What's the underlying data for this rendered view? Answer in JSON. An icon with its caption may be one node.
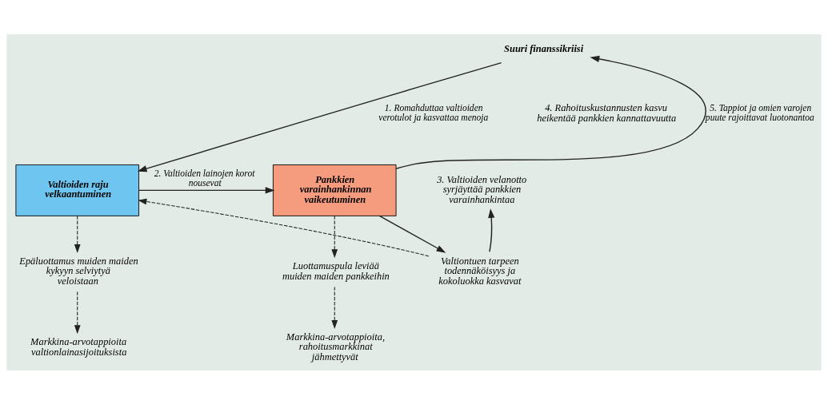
{
  "diagram": {
    "nodes": [
      {
        "text": [
          "Suuri finanssikriisi"
        ]
      },
      {
        "text": [
          "Valtioiden raju velkaantuminen"
        ]
      },
      {
        "text": [
          "Pankkien varainhankinnan vaikeutuminen"
        ]
      },
      {
        "text": [
          "3. Valtioiden velanotto syrjäyttää pankkien varainhankintaa"
        ]
      },
      {
        "text": [
          "Epäluottamus muiden maiden kykyyn selviytyä veloistaan"
        ]
      },
      {
        "text": [
          "Valtiontuen tarpeen todennäköisyys ja kokoluokka kasvavat"
        ]
      },
      {
        "text": [
          "Luottamuspula leviää muiden maiden pankkeihin"
        ]
      },
      {
        "text": [
          "Markkina-arvotappioita valtionlainasijoituksista"
        ]
      },
      {
        "text": [
          "Markkina-arvotappioita, rahoitusmarkkinat jähmettyvät"
        ]
      }
    ],
    "edges": [
      {
        "from": 0,
        "to": 1,
        "arrow": "to",
        "label": "1. Romahduttaa valtioiden verotulot ja kasvattaa menoja"
      },
      {
        "from": 1,
        "to": 2,
        "arrow": "to",
        "label": "2. Valtioiden lainojen korot nousevat"
      },
      {
        "from": 2,
        "to": 0,
        "arrow": "to",
        "label": "5. Tappiot ja omien varojen puute rajoittavat luotonantoa"
      },
      {
        "from": 2,
        "to": 5,
        "arrow": "to"
      },
      {
        "from": 5,
        "to": 3,
        "arrow": "to"
      },
      {
        "from": 5,
        "to": 1,
        "arrow": "to",
        "style": "dashed"
      },
      {
        "from": 1,
        "to": 4,
        "arrow": "to",
        "style": "dashed"
      },
      {
        "from": 4,
        "to": 7,
        "arrow": "to",
        "style": "dashed"
      },
      {
        "from": 2,
        "to": 6,
        "arrow": "to",
        "style": "dashed"
      },
      {
        "from": 6,
        "to": 8,
        "arrow": "to",
        "style": "dashed"
      }
    ],
    "labels": [
      "4. Rahoituskustannusten kasvu heikentää pankkien kannattavuutta"
    ]
  }
}
